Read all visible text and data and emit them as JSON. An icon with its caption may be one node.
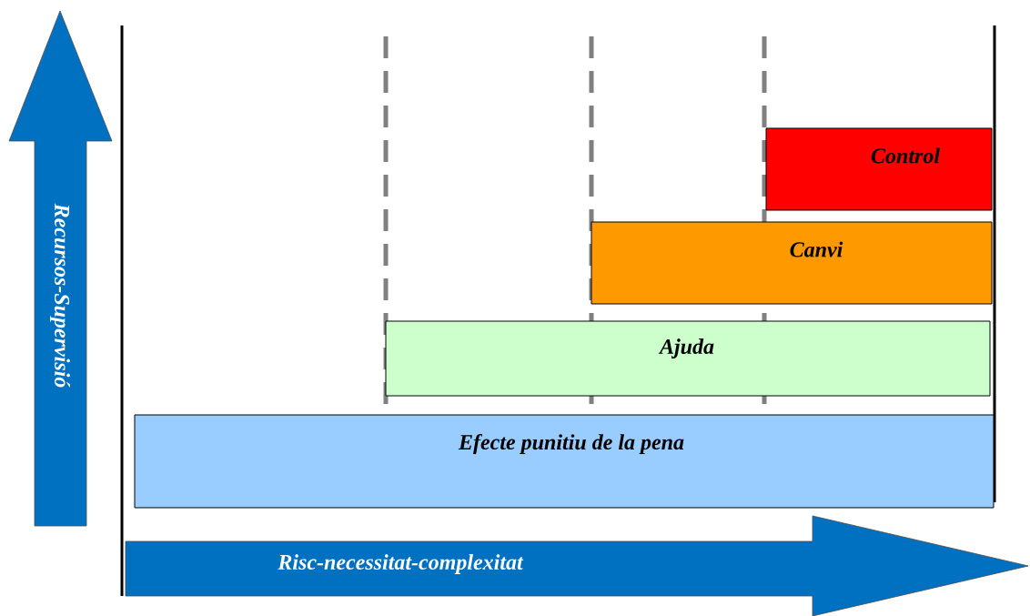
{
  "diagram": {
    "nodes": [
      {
        "text": [
          "Recursos-Supervisió"
        ]
      },
      {
        "text": [
          "Risc-necessitat-complexitat"
        ]
      },
      {
        "text": [
          "Control"
        ]
      },
      {
        "text": [
          "Canvi"
        ]
      },
      {
        "text": [
          "Ajuda"
        ]
      },
      {
        "text": [
          "Efecte punitiu de la pena"
        ]
      }
    ]
  }
}
